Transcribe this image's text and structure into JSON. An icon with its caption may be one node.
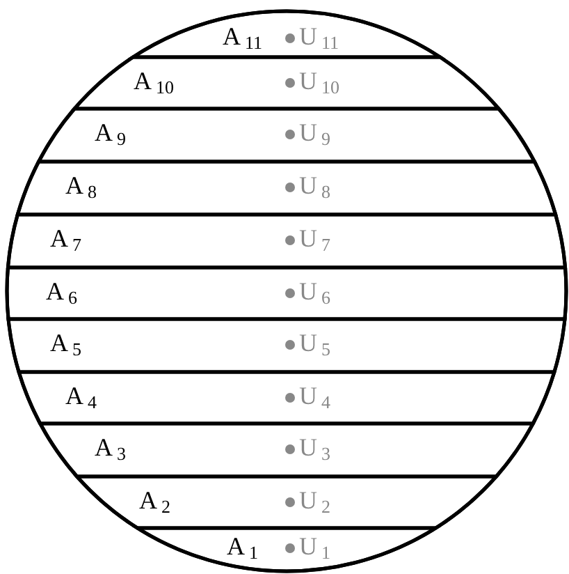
{
  "diagram": {
    "nodes": [
      {
        "text": [],
        "shape": "circle"
      },
      {
        "text": [
          "A$_{11}$",
          "U$_{11}$"
        ],
        "in": 0
      },
      {
        "text": [
          "A$_{10}$",
          "U$_{10}$"
        ],
        "in": 0
      },
      {
        "text": [
          "A$_{9}$",
          "U$_{9}$"
        ],
        "in": 0
      },
      {
        "text": [
          "A$_{8}$",
          "U$_{8}$"
        ],
        "in": 0
      },
      {
        "text": [
          "A$_{7}$",
          "U$_{7}$"
        ],
        "in": 0
      },
      {
        "text": [
          "A$_{6}$",
          "U$_{6}$"
        ],
        "in": 0
      },
      {
        "text": [
          "A$_{5}$",
          "U$_{5}$"
        ],
        "in": 0
      },
      {
        "text": [
          "A$_{4}$",
          "U$_{4}$"
        ],
        "in": 0
      },
      {
        "text": [
          "A$_{3}$",
          "U$_{3}$"
        ],
        "in": 0
      },
      {
        "text": [
          "A$_{2}$",
          "U$_{2}$"
        ],
        "in": 0
      },
      {
        "text": [
          "A$_{1}$",
          "U$_{1}$"
        ],
        "in": 0
      }
    ]
  }
}
